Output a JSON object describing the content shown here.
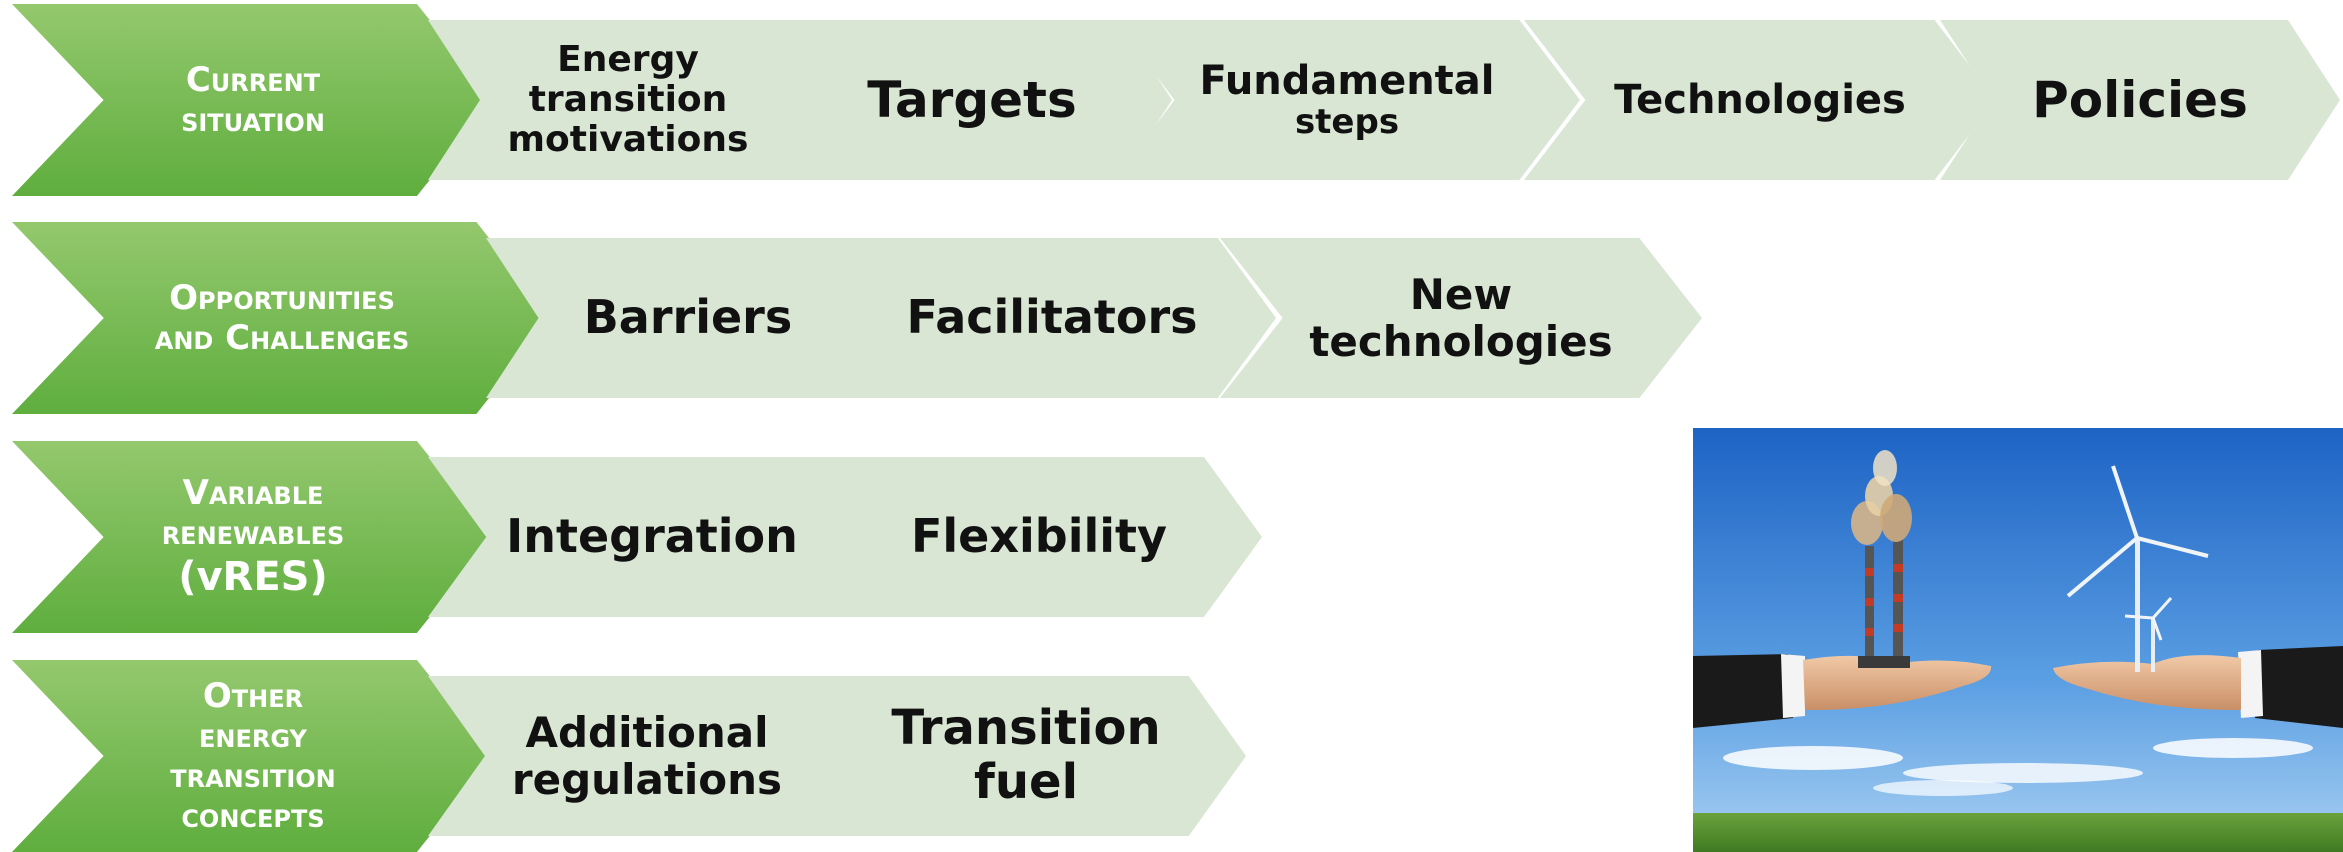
{
  "rows": [
    {
      "head": [
        "Current",
        "situation"
      ],
      "steps": [
        [
          "Energy",
          "transition",
          "motivations"
        ],
        [
          "Targets"
        ],
        [
          "Fundamental",
          "steps"
        ],
        [
          "Technologies"
        ],
        [
          "Policies"
        ]
      ]
    },
    {
      "head": [
        "Opportunities",
        "and Challenges"
      ],
      "steps": [
        [
          "Barriers"
        ],
        [
          "Facilitators"
        ],
        [
          "New",
          "technologies"
        ]
      ]
    },
    {
      "head": [
        "Variable",
        "renewables",
        "(vRES)"
      ],
      "steps": [
        [
          "Integration"
        ],
        [
          "Flexibility"
        ]
      ]
    },
    {
      "head": [
        "Other",
        "energy",
        "transition",
        "concepts"
      ],
      "steps": [
        [
          "Additional",
          "regulations"
        ],
        [
          "Transition",
          "fuel"
        ]
      ]
    }
  ],
  "photo": {
    "icon": "hands-factory-windturbine-image",
    "colors": {
      "sky_top": "#1d63c4",
      "sky_bottom": "#9dc8ef",
      "grass": "#4f8a2a"
    }
  },
  "colors": {
    "head_top": "#94c86e",
    "head_bottom": "#5fae3e",
    "step_fill": "#d9e6d4"
  }
}
